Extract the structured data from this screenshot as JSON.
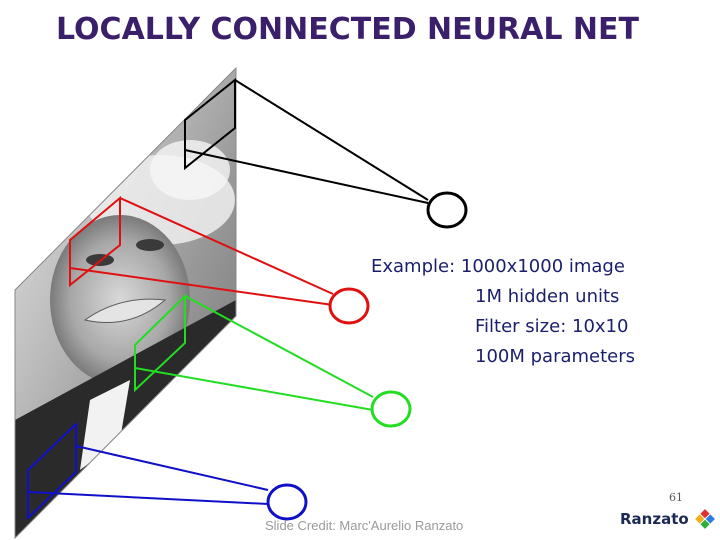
{
  "title": "LOCALLY CONNECTED NEURAL NET",
  "example": {
    "line1": "Example: 1000x1000 image",
    "line2": "1M hidden units",
    "line3": "Filter size: 10x10",
    "line4": "100M parameters"
  },
  "credit": "Slide Credit: Marc'Aurelio Ranzato",
  "page_number": "61",
  "brand": "Ranzato",
  "colors": {
    "title": "#3a1f6b",
    "text": "#1b1f6b",
    "unit_black": "#000000",
    "unit_red": "#e01010",
    "unit_green": "#22dd22",
    "unit_blue": "#1010c8"
  }
}
